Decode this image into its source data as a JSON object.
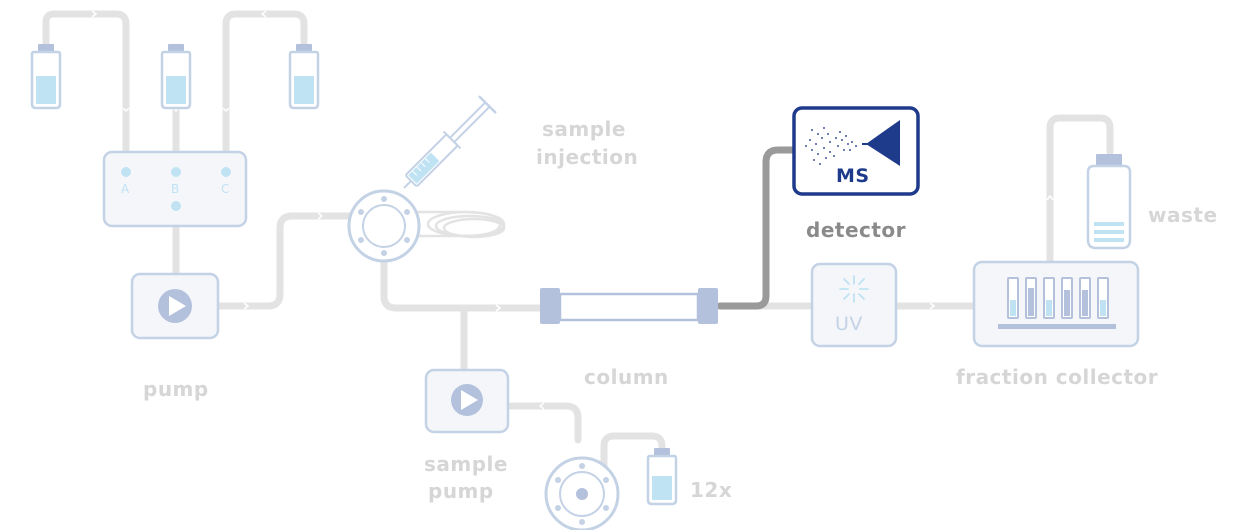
{
  "labels": {
    "pump": "pump",
    "sample_injection": [
      "sample",
      "injection"
    ],
    "detector": "detector",
    "waste": "waste",
    "column": "column",
    "fraction_collector": "fraction collector",
    "sample_pump": [
      "sample",
      "pump"
    ],
    "multiplier": "12x",
    "ms": "MS",
    "uv": "UV",
    "ports": [
      "A",
      "B",
      "C"
    ]
  },
  "colors": {
    "tube": "#e3e3e3",
    "component_outline": "#c4d2e6",
    "component_fill": "#f4f6fa",
    "liquid": "#bfe3f3",
    "connector": "#b3c1dc",
    "accent": "#1e3a8a",
    "detector_tube": "#9a9a9a",
    "muted_text": "#d6d6d6",
    "dark_text": "#8a8a8a"
  }
}
